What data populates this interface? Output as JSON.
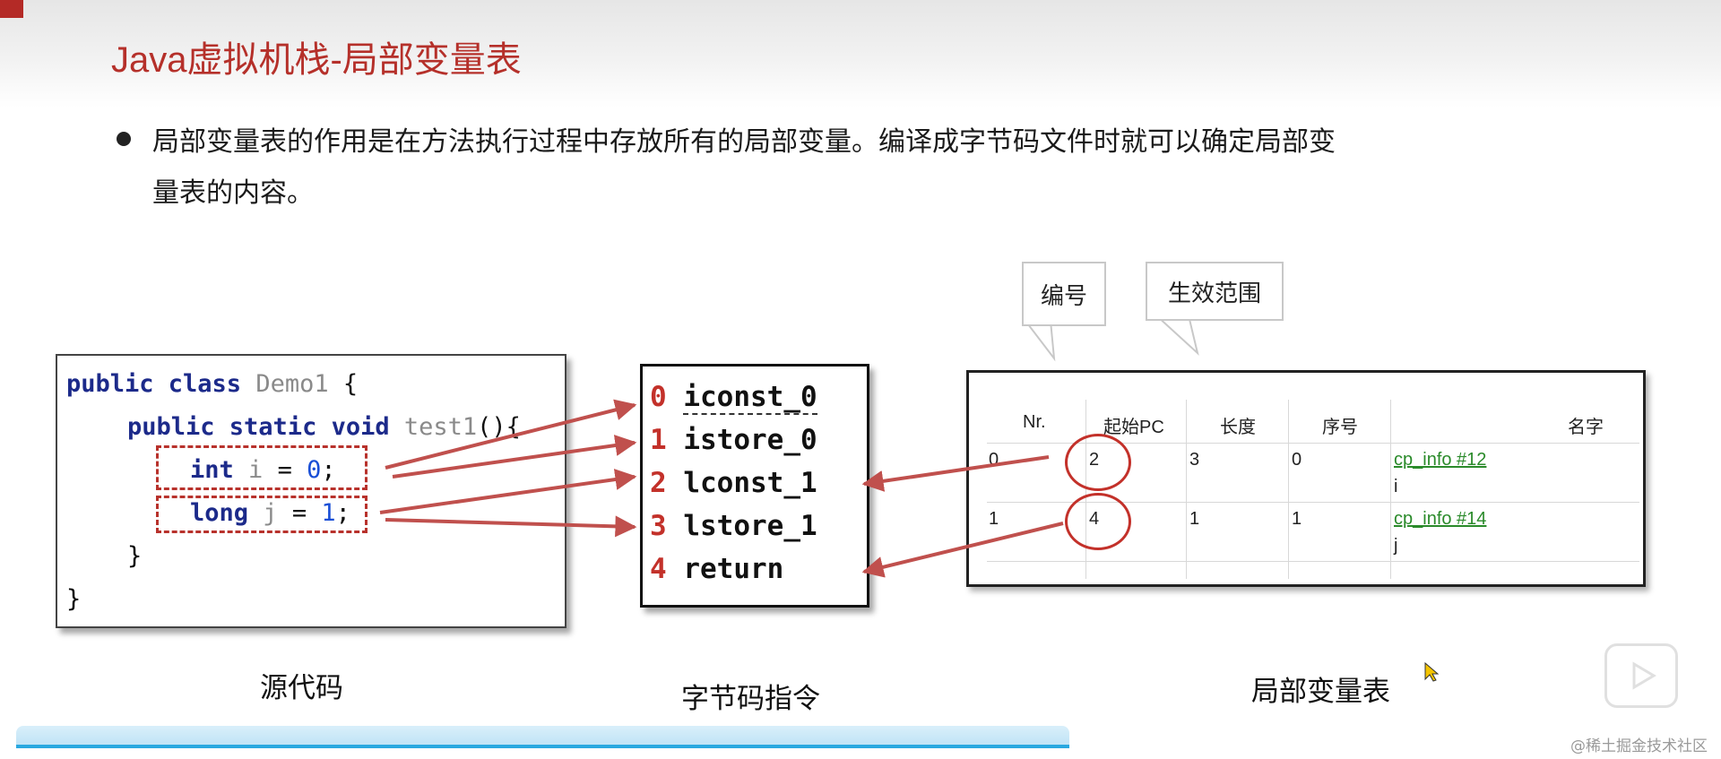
{
  "slide": {
    "title": "Java虚拟机栈-局部变量表",
    "bullet_line1": "局部变量表的作用是在方法执行过程中存放所有的局部变量。编译成字节码文件时就可以确定局部变",
    "bullet_line2": "量表的内容。"
  },
  "code": {
    "class_kw": "public class",
    "class_name": "Demo1",
    "open_brace": "{",
    "method_kw": "public static void",
    "method_name": "test1",
    "method_paren": "(){",
    "line_int_type": "int",
    "line_int_var": "i",
    "line_int_eq": "=",
    "line_int_val": "0",
    "line_int_end": ";",
    "line_long_type": "long",
    "line_long_var": "j",
    "line_long_eq": "=",
    "line_long_val": "1",
    "line_long_end": ";",
    "close_brace_inner": "}",
    "close_brace_outer": "}"
  },
  "bytecode": [
    {
      "index": "0",
      "instruction": "iconst_0"
    },
    {
      "index": "1",
      "instruction": "istore_0"
    },
    {
      "index": "2",
      "instruction": "lconst_1"
    },
    {
      "index": "3",
      "instruction": "lstore_1"
    },
    {
      "index": "4",
      "instruction": "return"
    }
  ],
  "local_variable_table": {
    "headers": [
      "Nr.",
      "起始PC",
      "长度",
      "序号",
      "名字"
    ],
    "rows": [
      {
        "nr": "0",
        "start_pc": "2",
        "length": "3",
        "index": "0",
        "name_link": "cp_info #12",
        "name": "i"
      },
      {
        "nr": "1",
        "start_pc": "4",
        "length": "1",
        "index": "1",
        "name_link": "cp_info #14",
        "name": "j"
      }
    ]
  },
  "callouts": {
    "number": "编号",
    "scope": "生效范围"
  },
  "captions": {
    "source": "源代码",
    "bytecode": "字节码指令",
    "lvt": "局部变量表"
  },
  "watermark": "@稀土掘金技术社区",
  "colors": {
    "title": "#b5302a",
    "accent_red": "#c3312a",
    "arrow": "#c0504d",
    "keyword_blue": "#1c2a8a",
    "number_blue": "#1a4fd6",
    "link_green": "#2a8a2a",
    "progress_blue": "#29a8e0"
  }
}
